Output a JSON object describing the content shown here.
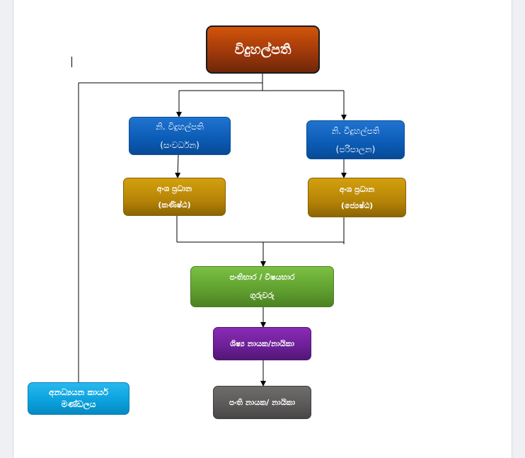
{
  "diagram": {
    "root": {
      "label": "විදුහල්පති"
    },
    "deputy_left": {
      "line1": "නි. විදුහල්පති",
      "line2": "(සංවර්ධන)"
    },
    "deputy_right": {
      "line1": "නි. විදුහල්පති",
      "line2": "(පරිපාලන)"
    },
    "section_left": {
      "line1": "අංශ ප්‍රධාන",
      "line2": "(කණිෂ්ඨ)"
    },
    "section_right": {
      "line1": "අංශ ප්‍රධාන",
      "line2": "(ජ්‍යෙෂ්ඨ)"
    },
    "teachers": {
      "line1": "පංතිභාර / විෂයභාර",
      "line2": "ගුරුවරු"
    },
    "prefects": {
      "label": "ශිෂ්‍ය නායක/නායිකා"
    },
    "monitors": {
      "label": "පංති නායක/ නායිකා"
    },
    "board": {
      "line1": "අනධ්‍යයන කාර්ය",
      "line2": "මණ්ඩලය"
    }
  },
  "colors": {
    "root": "#a0390b",
    "deputy": "#0b5bb5",
    "section": "#b68406",
    "teachers": "#5f9e2f",
    "prefects": "#6b1f95",
    "monitors": "#5b5858",
    "board": "#0aa0dc",
    "connector": "#000000"
  }
}
